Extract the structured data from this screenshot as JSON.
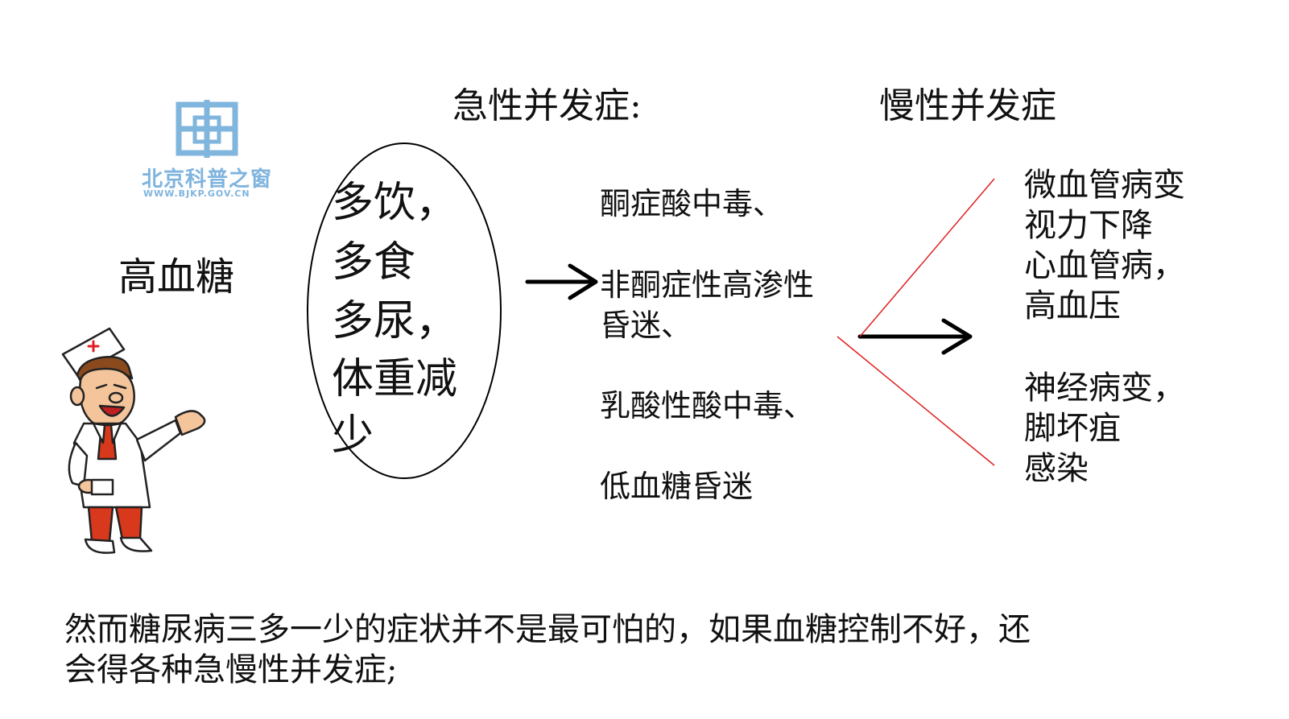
{
  "logo": {
    "text": "北京科普之窗",
    "url_text": "WWW.BJKP.GOV.CN",
    "color": "#6aa9d8"
  },
  "headings": {
    "acute": "急性并发症:",
    "chronic": "慢性并发症"
  },
  "cause": "高血糖",
  "symptoms": [
    "多饮，",
    "多食",
    "多尿，",
    "体重减",
    "少"
  ],
  "acute_items": [
    "酮症酸中毒、",
    "非酮症性高渗性",
    "昏迷、",
    "乳酸性酸中毒、",
    "低血糖昏迷"
  ],
  "chronic_items": [
    "微血管病变",
    "视力下降",
    "心血管病，",
    "高血压",
    "神经病变，",
    "脚坏疽",
    "感染"
  ],
  "summary": [
    "然而糖尿病三多一少的症状并不是最可怕的，如果血糖控制不好，还",
    "会得各种急慢性并发症;"
  ],
  "colors": {
    "text": "#111111",
    "arrow": "#000000",
    "divider_lines": "#e02020",
    "doctor_coat": "#ffffff",
    "doctor_pants": "#d8381c",
    "doctor_skin": "#f4c49a",
    "doctor_hair": "#8a4a1e",
    "cross": "#e02020"
  }
}
